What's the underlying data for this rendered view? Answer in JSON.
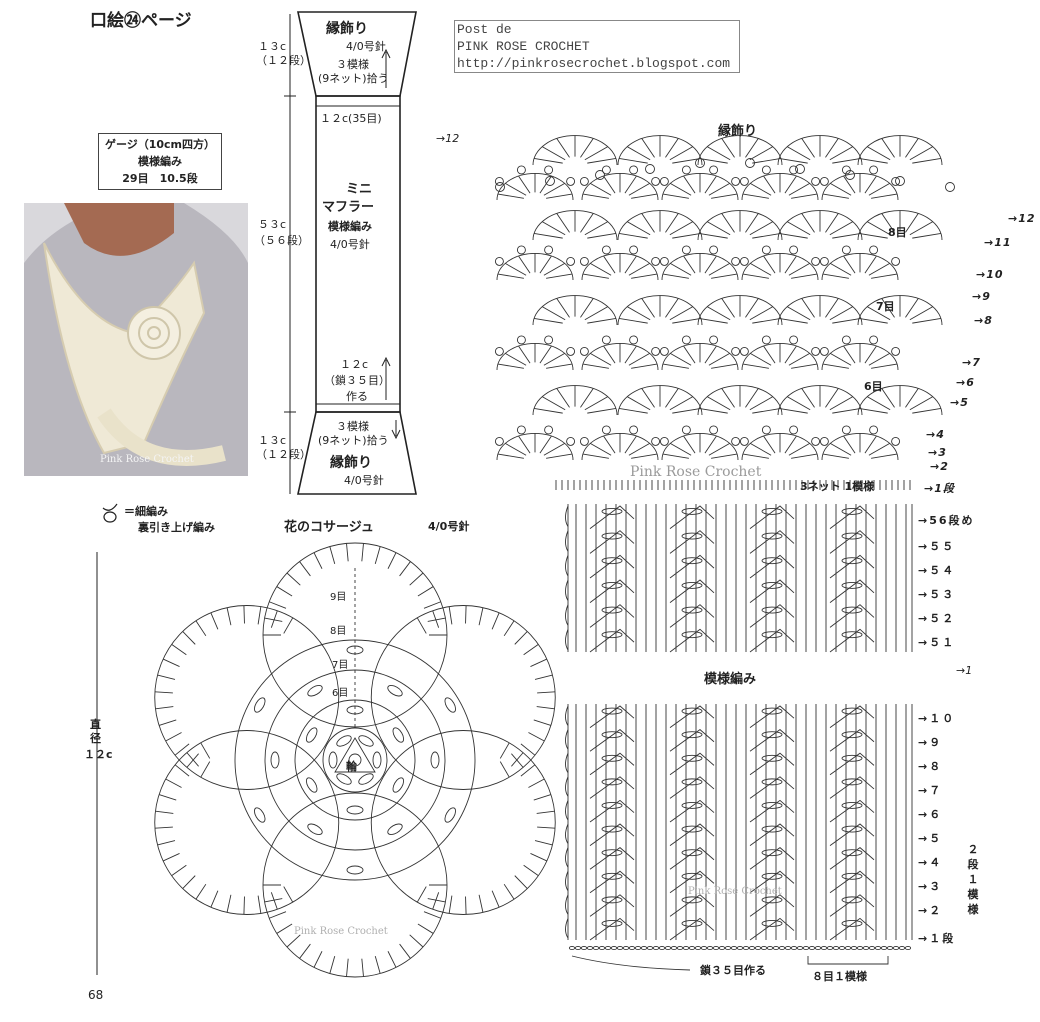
{
  "header": {
    "title": "口絵㉔ページ",
    "page_number": "68"
  },
  "gauge": {
    "title": "ゲージ（10cm四方）",
    "pattern": "模様編み",
    "value": "29目　10.5段"
  },
  "credit": {
    "line1": "Post de",
    "line2": "PINK ROSE CROCHET",
    "line3": "http://pinkrosecrochet.blogspot.com"
  },
  "photo": {
    "watermark": "Pink Rose Crochet"
  },
  "schematic": {
    "top_label": "縁飾り",
    "top_needle": "4/0号針",
    "top_height": "１３c",
    "top_rows": "（１２段）",
    "pickup_top": "３模様",
    "pickup_top2": "(9ネット)拾う",
    "width_top": "１２c(35目)",
    "name1": "ミニ",
    "name2": "マフラー",
    "body_pattern": "模様編み",
    "body_needle": "4/0号針",
    "body_height": "５３c",
    "body_rows": "（５６段）",
    "chain_w": "１２c",
    "chain_count": "（鎖３５目）",
    "chain_make": "作る",
    "pickup_bot": "３模様",
    "pickup_bot2": "(9ネット)拾う",
    "bot_label": "縁飾り",
    "bot_needle": "4/0号針",
    "bot_height": "１３c",
    "bot_rows": "（１２段）"
  },
  "legend": {
    "symbol_meaning": "＝細編み",
    "symbol_meaning2": "裏引き上げ編み"
  },
  "edge": {
    "title": "縁飾り",
    "row_labels": [
      "1段",
      "2",
      "3",
      "4",
      "5",
      "6",
      "7",
      "8",
      "9",
      "10",
      "11",
      "12"
    ],
    "inner_labels": [
      "6目",
      "7目",
      "8目"
    ],
    "net_label": "3ネット 1模様",
    "watermark": "Pink Rose Crochet",
    "arrow12": "12"
  },
  "body_chart": {
    "title": "模様編み",
    "upper_rows": [
      "56段め",
      "５５",
      "５４",
      "５３",
      "５２",
      "５１"
    ],
    "lower_rows": [
      "１０",
      "９",
      "８",
      "７",
      "６",
      "５",
      "４",
      "３",
      "２",
      "１段"
    ],
    "mid_arrow": "1",
    "repeat_note1": "２",
    "repeat_note2": "段",
    "repeat_note3": "１",
    "repeat_note4": "模",
    "repeat_note5": "様",
    "chain_label": "鎖３５目作る",
    "repeat_label": "８目１模様",
    "watermark": "Pink Rose Crochet"
  },
  "flower": {
    "title": "花のコサージュ",
    "needle": "4/0号針",
    "diameter1": "直",
    "diameter2": "径",
    "diameter3": "１２c",
    "center": "輪",
    "inner_labels": [
      "6目",
      "7目",
      "8目",
      "9目"
    ],
    "watermark": "Pink Rose Crochet"
  }
}
